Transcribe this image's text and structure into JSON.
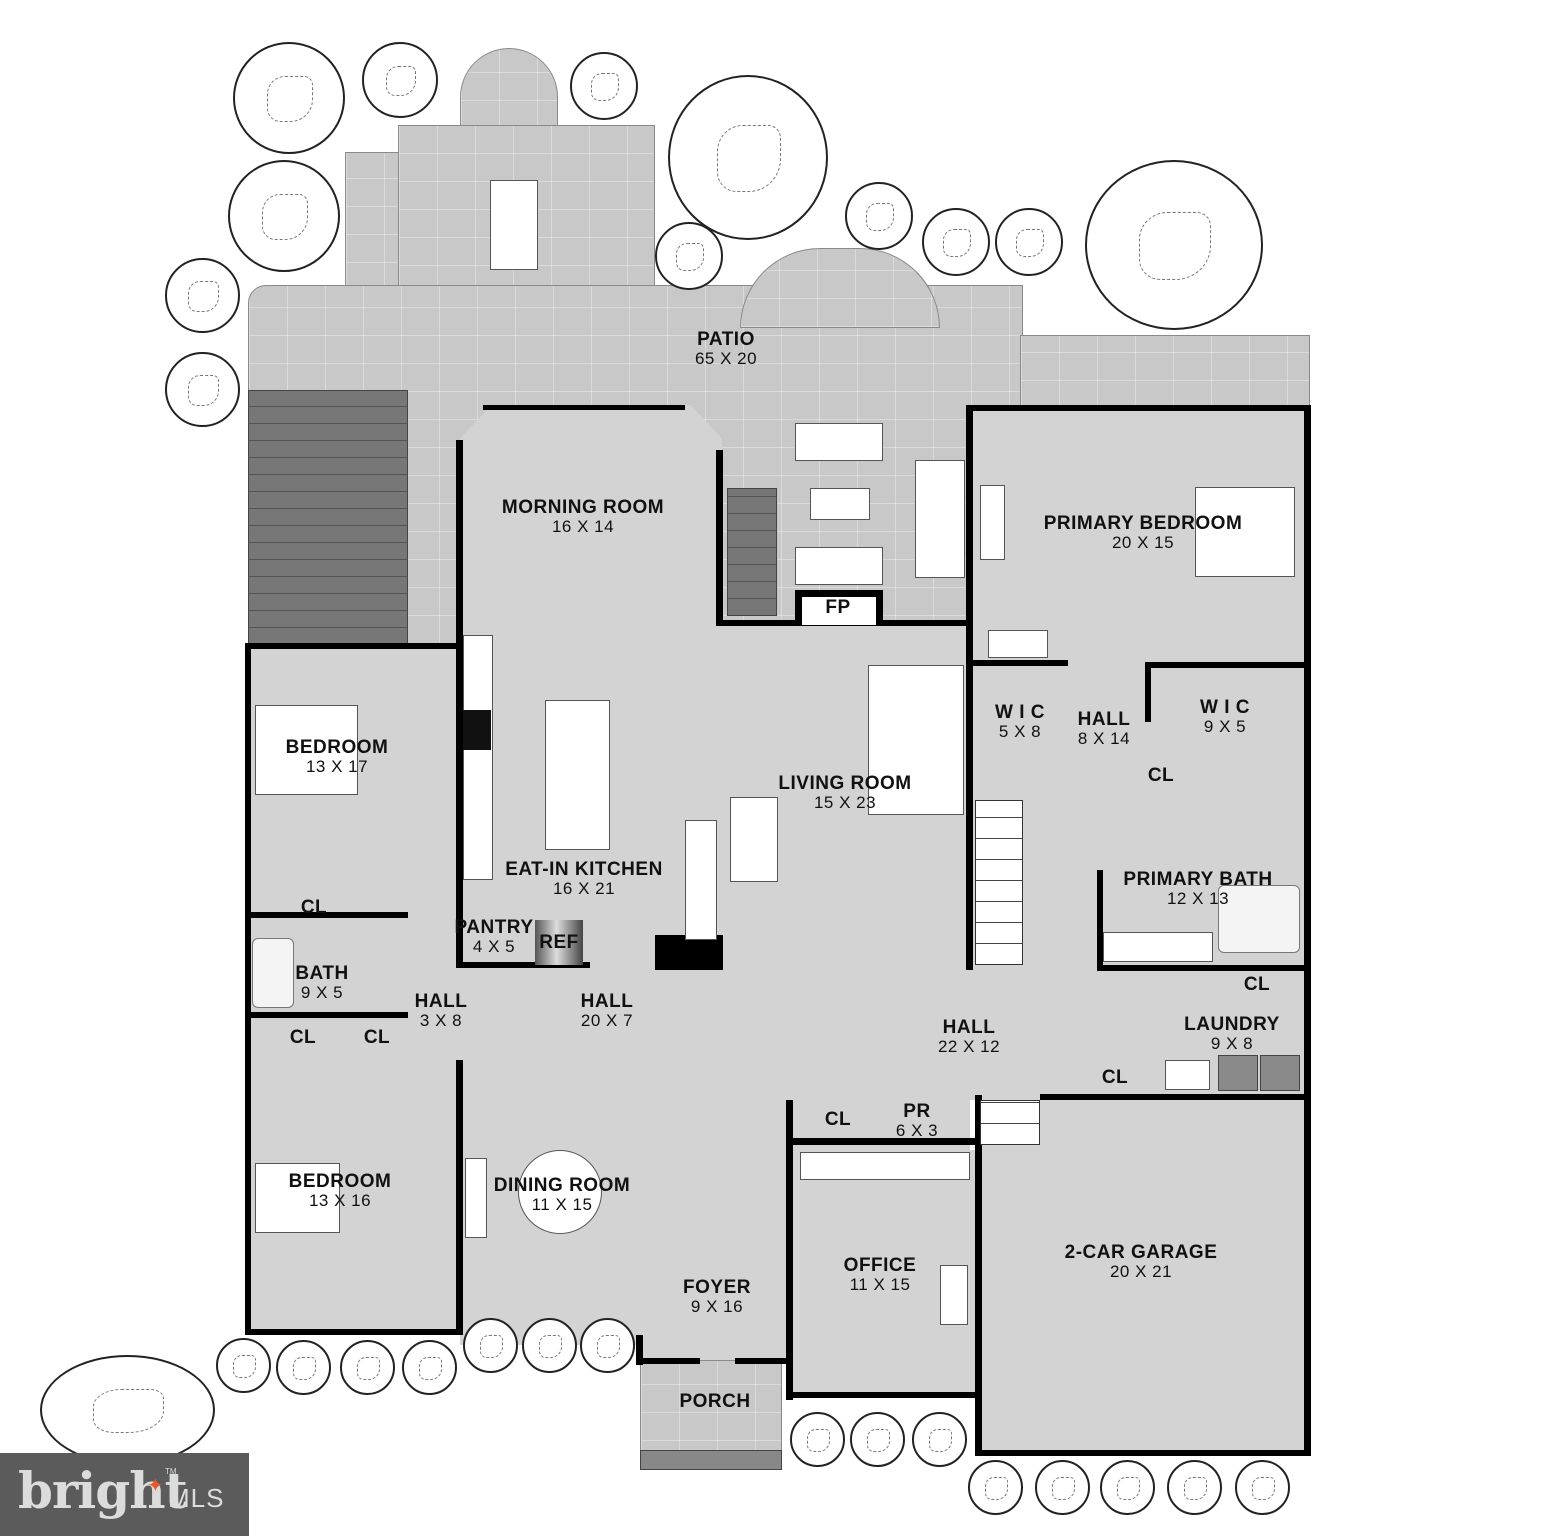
{
  "plan": {
    "type": "floor plan",
    "rooms": [
      {
        "name": "PATIO",
        "dims": "65 X 20"
      },
      {
        "name": "MORNING ROOM",
        "dims": "16 X 14"
      },
      {
        "name": "PRIMARY BEDROOM",
        "dims": "20 X 15"
      },
      {
        "name": "FP",
        "dims": ""
      },
      {
        "name": "W I C",
        "dims": "5 X 8"
      },
      {
        "name": "HALL",
        "dims": "8 X 14"
      },
      {
        "name": "W I C",
        "dims": "9 X 5"
      },
      {
        "name": "BEDROOM",
        "dims": "13 X 17"
      },
      {
        "name": "LIVING ROOM",
        "dims": "15 X 23"
      },
      {
        "name": "CL",
        "dims": ""
      },
      {
        "name": "EAT-IN KITCHEN",
        "dims": "16 X 21"
      },
      {
        "name": "PRIMARY BATH",
        "dims": "12 X 13"
      },
      {
        "name": "CL",
        "dims": ""
      },
      {
        "name": "PANTRY",
        "dims": "4 X 5"
      },
      {
        "name": "REF",
        "dims": ""
      },
      {
        "name": "BATH",
        "dims": "9 X 5"
      },
      {
        "name": "HALL",
        "dims": "3 X 8"
      },
      {
        "name": "HALL",
        "dims": "20 X 7"
      },
      {
        "name": "CL",
        "dims": ""
      },
      {
        "name": "CL",
        "dims": ""
      },
      {
        "name": "CL",
        "dims": ""
      },
      {
        "name": "LAUNDRY",
        "dims": "9 X 8"
      },
      {
        "name": "HALL",
        "dims": "22 X 12"
      },
      {
        "name": "CL",
        "dims": ""
      },
      {
        "name": "CL",
        "dims": ""
      },
      {
        "name": "PR",
        "dims": "6 X 3"
      },
      {
        "name": "BEDROOM",
        "dims": "13 X 16"
      },
      {
        "name": "DINING ROOM",
        "dims": "11 X 15"
      },
      {
        "name": "2-CAR GARAGE",
        "dims": "20 X 21"
      },
      {
        "name": "OFFICE",
        "dims": "11 X 15"
      },
      {
        "name": "FOYER",
        "dims": "9 X 16"
      },
      {
        "name": "PORCH",
        "dims": ""
      }
    ]
  },
  "watermark": {
    "brand": "bright",
    "suffix": "MLS",
    "trademark": "TM",
    "accent_color": "#e25a2e",
    "background_color": "#5b5b5b"
  },
  "colors": {
    "floor": "#d3d3d3",
    "patio": "#c8c8c8",
    "wall": "#000000",
    "stairs": "#777777"
  }
}
